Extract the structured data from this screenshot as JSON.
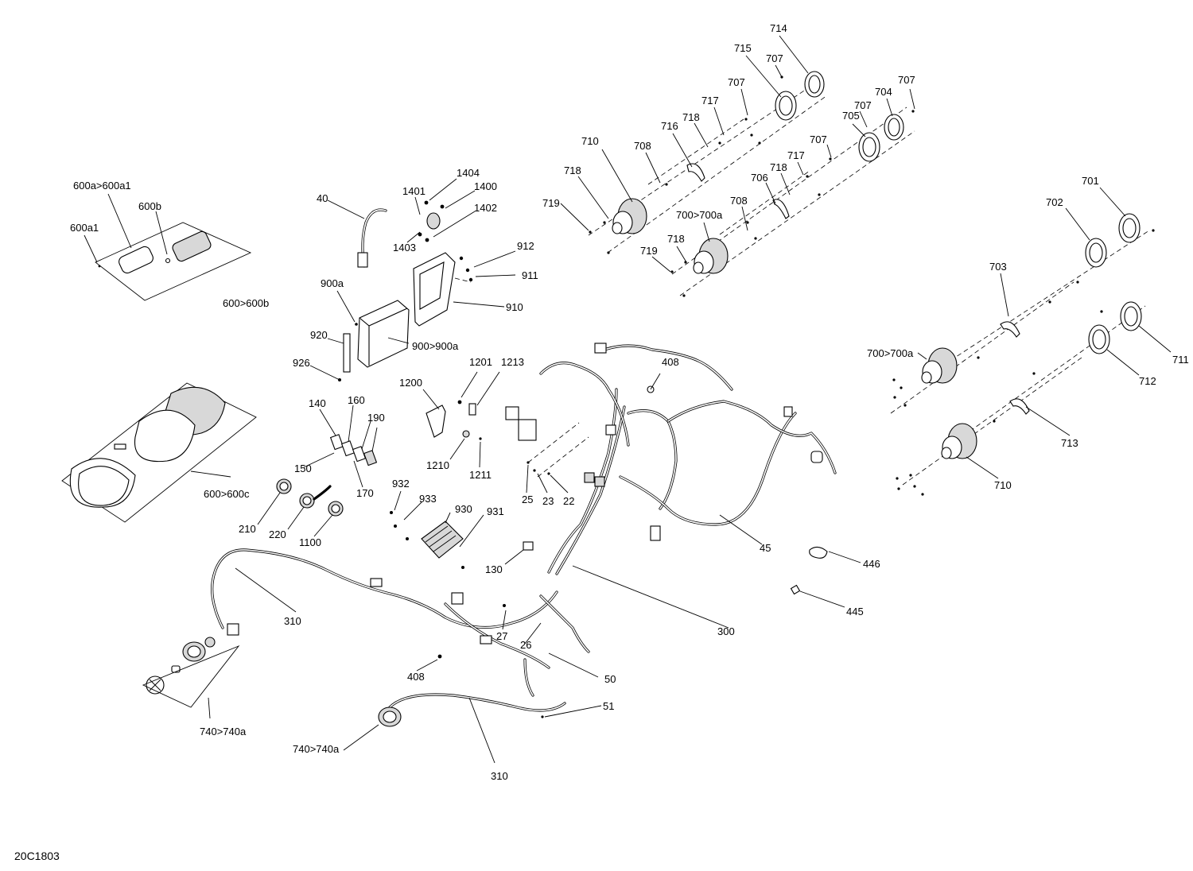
{
  "diagram_code": "20C1803",
  "callouts": {
    "c_714": "714",
    "c_715": "715",
    "c_707_a": "707",
    "c_707_b": "707",
    "c_707_c": "707",
    "c_707_d": "707",
    "c_707_e": "707",
    "c_704": "704",
    "c_705": "705",
    "c_717_a": "717",
    "c_718_a": "718",
    "c_716": "716",
    "c_710_a": "710",
    "c_708_a": "708",
    "c_718_b": "718",
    "c_719_a": "719",
    "c_717_b": "717",
    "c_718_c": "718",
    "c_706": "706",
    "c_708_b": "708",
    "c_700_a": "700>700a",
    "c_718_d": "718",
    "c_719_b": "719",
    "c_701": "701",
    "c_702": "702",
    "c_703": "703",
    "c_700_b": "700>700a",
    "c_711": "711",
    "c_712": "712",
    "c_713": "713",
    "c_710_b": "710",
    "c_600a_600a1": "600a>600a1",
    "c_600b": "600b",
    "c_600a1": "600a1",
    "c_600_600b": "600>600b",
    "c_40": "40",
    "c_1404": "1404",
    "c_1401": "1401",
    "c_1400": "1400",
    "c_1402": "1402",
    "c_1403": "1403",
    "c_912": "912",
    "c_911": "911",
    "c_910": "910",
    "c_900a": "900a",
    "c_920": "920",
    "c_900_900a": "900>900a",
    "c_926": "926",
    "c_1201": "1201",
    "c_1213": "1213",
    "c_1200": "1200",
    "c_1210": "1210",
    "c_1211": "1211",
    "c_408_a": "408",
    "c_408_b": "408",
    "c_140": "140",
    "c_160": "160",
    "c_190": "190",
    "c_150": "150",
    "c_170": "170",
    "c_600_600c": "600>600c",
    "c_210": "210",
    "c_220": "220",
    "c_1100": "1100",
    "c_932": "932",
    "c_933": "933",
    "c_930": "930",
    "c_931": "931",
    "c_130": "130",
    "c_25": "25",
    "c_23": "23",
    "c_22": "22",
    "c_27": "27",
    "c_26": "26",
    "c_45": "45",
    "c_446": "446",
    "c_445": "445",
    "c_300": "300",
    "c_310_a": "310",
    "c_310_b": "310",
    "c_50": "50",
    "c_51": "51",
    "c_740_a": "740>740a",
    "c_740_b": "740>740a"
  }
}
